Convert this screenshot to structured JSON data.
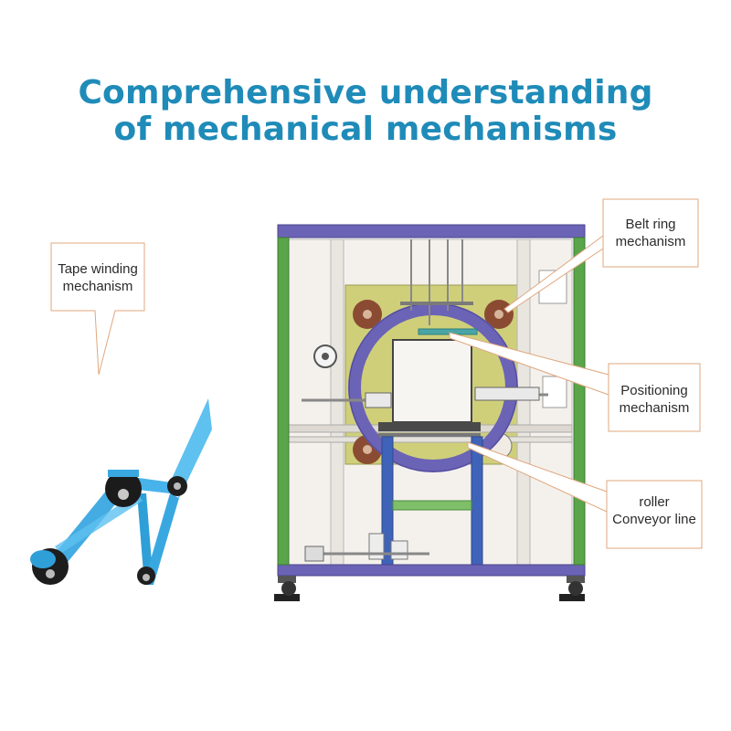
{
  "title": {
    "line1": "Comprehensive understanding",
    "line2": "of mechanical mechanisms"
  },
  "callouts": {
    "tape_winding": {
      "line1": "Tape winding",
      "line2": "mechanism"
    },
    "belt_ring": {
      "line1": "Belt ring",
      "line2": "mechanism"
    },
    "positioning": {
      "line1": "Positioning",
      "line2": "mechanism"
    },
    "roller_conveyor": {
      "line1": "roller",
      "line2": "Conveyor line"
    }
  },
  "colors": {
    "title": "#1f8bb8",
    "frame_purple": "#6b63b5",
    "frame_green": "#5aa54a",
    "panel_yellow": "#cfcf7a",
    "tape_blue": "#3aa8e0",
    "leader_line": "#e2a07a"
  }
}
